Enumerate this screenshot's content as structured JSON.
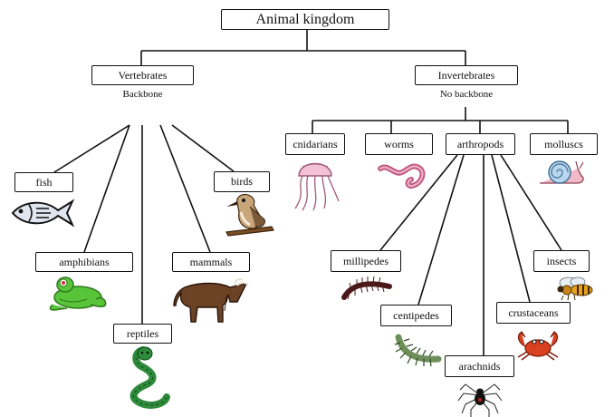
{
  "root": {
    "label": "Animal kingdom"
  },
  "vertebrates": {
    "label": "Vertebrates",
    "note": "Backbone",
    "classes": {
      "fish": "fish",
      "amphibians": "amphibians",
      "reptiles": "reptiles",
      "mammals": "mammals",
      "birds": "birds"
    }
  },
  "invertebrates": {
    "label": "Invertebrates",
    "note": "No backbone",
    "groups": {
      "cnidarians": "cnidarians",
      "worms": "worms",
      "arthropods": "arthropods",
      "molluscs": "molluscs"
    },
    "arthropod_classes": {
      "millipedes": "millipedes",
      "centipedes": "centipedes",
      "arachnids": "arachnids",
      "crustaceans": "crustaceans",
      "insects": "insects"
    }
  },
  "icons": {
    "fish": "fish-icon",
    "frog": "frog-icon",
    "snake": "snake-icon",
    "ox": "ox-icon",
    "bird": "kookaburra-icon",
    "jellyfish": "jellyfish-icon",
    "worm": "worm-icon",
    "snail": "snail-icon",
    "millipede": "millipede-icon",
    "centipede": "centipede-icon",
    "spider": "spider-icon",
    "crab": "crab-icon",
    "bee": "bee-icon"
  }
}
